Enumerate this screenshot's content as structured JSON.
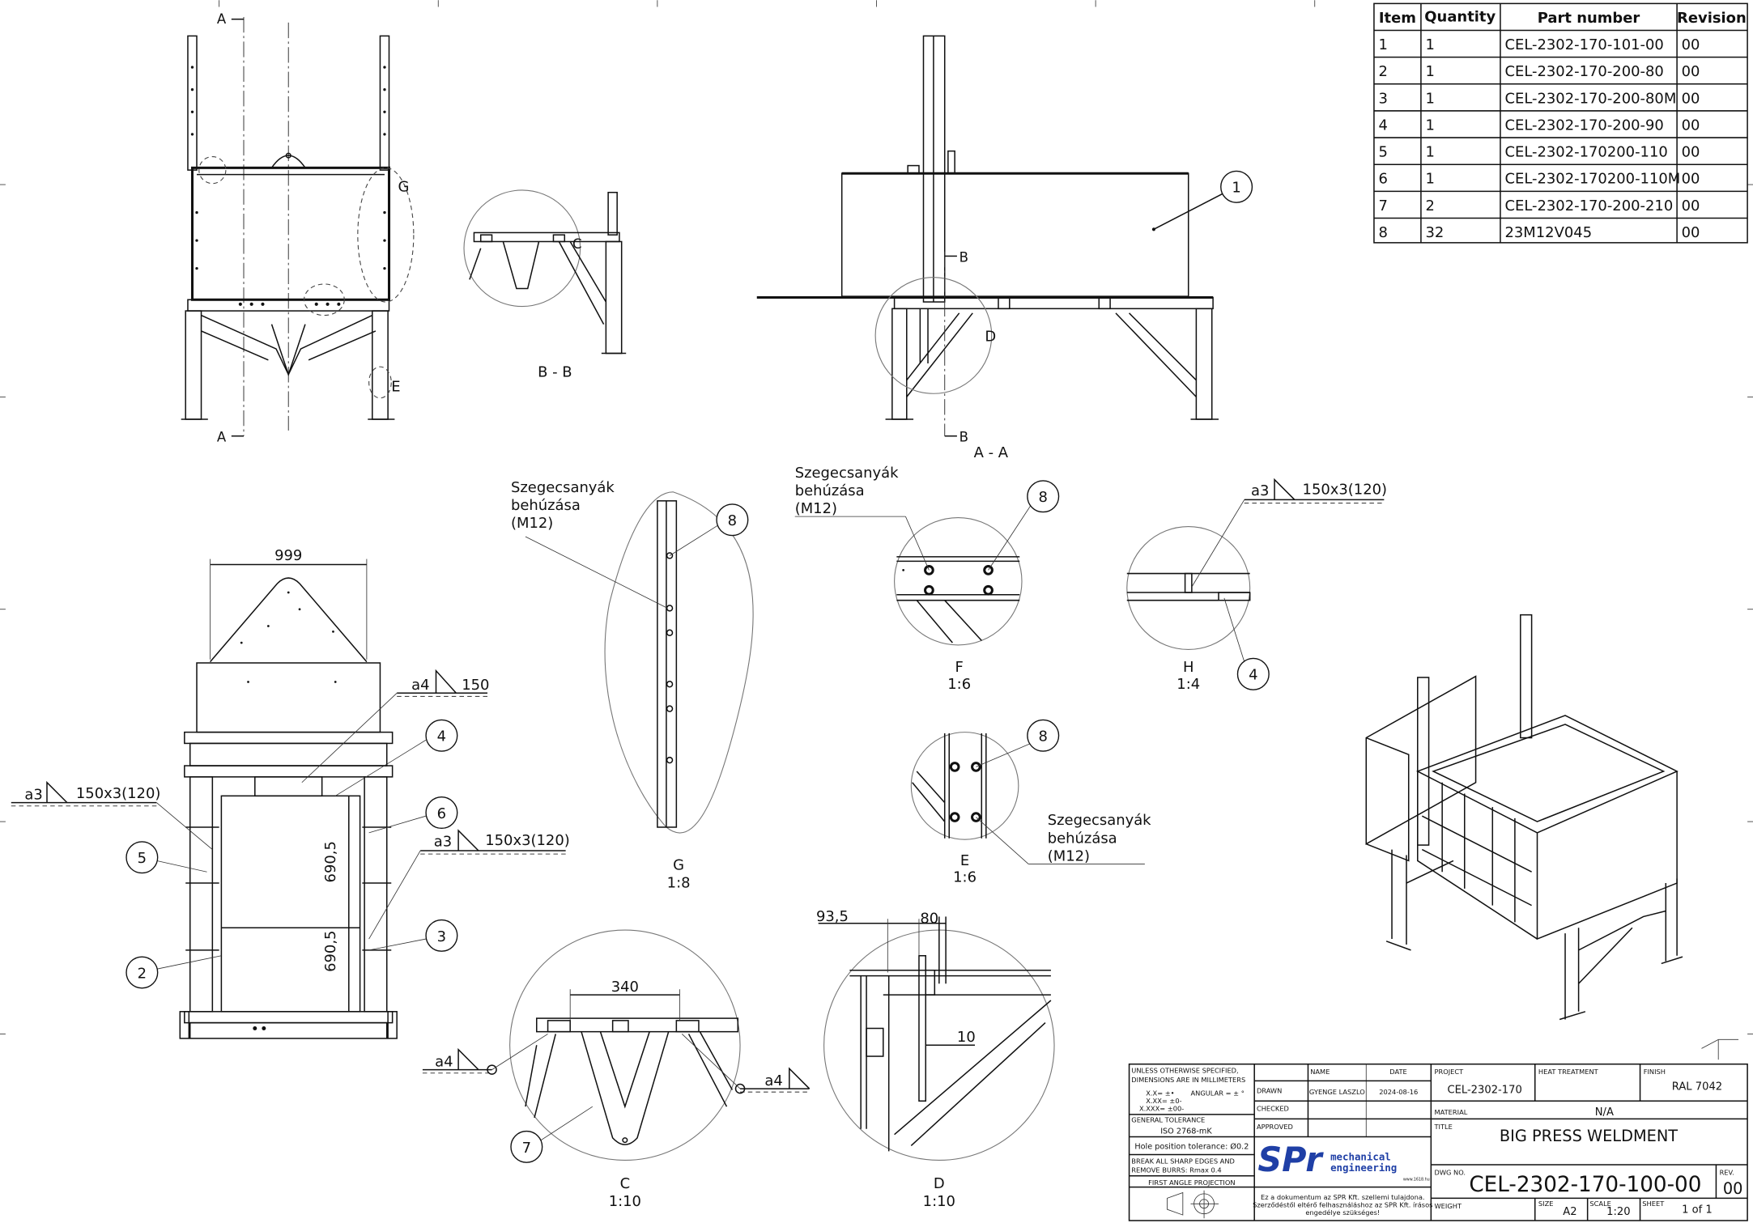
{
  "parts_table": {
    "headers": [
      "Item",
      "Quantity",
      "Part number",
      "Revision"
    ],
    "rows": [
      {
        "item": "1",
        "qty": "1",
        "part": "CEL-2302-170-101-00",
        "rev": "00"
      },
      {
        "item": "2",
        "qty": "1",
        "part": "CEL-2302-170-200-80",
        "rev": "00"
      },
      {
        "item": "3",
        "qty": "1",
        "part": "CEL-2302-170-200-80M",
        "rev": "00"
      },
      {
        "item": "4",
        "qty": "1",
        "part": "CEL-2302-170-200-90",
        "rev": "00"
      },
      {
        "item": "5",
        "qty": "1",
        "part": "CEL-2302-170200-110",
        "rev": "00"
      },
      {
        "item": "6",
        "qty": "1",
        "part": "CEL-2302-170200-110M",
        "rev": "00"
      },
      {
        "item": "7",
        "qty": "2",
        "part": "CEL-2302-170-200-210",
        "rev": "00"
      },
      {
        "item": "8",
        "qty": "32",
        "part": "23M12V045",
        "rev": "00"
      }
    ]
  },
  "title_block": {
    "unless_1": "UNLESS OTHERWISE SPECIFIED,",
    "unless_2": "DIMENSIONS ARE IN MILLIMETERS",
    "tol_x": "X.X= ±•",
    "tol_xx": "X.XX= ±0-",
    "tol_xxx": "X.XXX= ±00-",
    "tol_ang": "ANGULAR = ± °",
    "general_tolerance_label": "GENERAL TOLERANCE",
    "general_tolerance": "ISO 2768-mK",
    "hole_tolerance": "Hole position tolerance: Ø0.2",
    "break_1": "BREAK ALL SHARP EDGES AND",
    "break_2": "REMOVE BURRS: Rmax 0.4",
    "projection": "FIRST ANGLE PROJECTION",
    "name_label": "NAME",
    "date_label": "DATE",
    "drawn_label": "DRAWN",
    "drawn_name": "GYENGE LASZLO",
    "drawn_date": "2024-08-16",
    "checked_label": "CHECKED",
    "approved_label": "APPROVED",
    "logo_main": "SPr",
    "logo_sub1": "mechanical",
    "logo_sub2": "engineering",
    "logo_url": "www.1618.hu",
    "disclaimer_1": "Ez a dokumentum az SPR Kft. szellemi tulajdona.",
    "disclaimer_2": "Szerződéstől eltérő felhasználáshoz az SPR Kft. írásos",
    "disclaimer_3": "engedélye szükséges!",
    "project_label": "PROJECT",
    "project": "CEL-2302-170",
    "heat_label": "HEAT TREATMENT",
    "finish_label": "FINISH",
    "finish": "RAL 7042",
    "material_label": "MATERIAL",
    "material": "N/A",
    "title_label": "TITLE",
    "title": "BIG PRESS WELDMENT",
    "dwg_label": "DWG NO.",
    "dwg_no": "CEL-2302-170-100-00",
    "rev_label": "REV.",
    "rev": "00",
    "weight_label": "WEIGHT",
    "size_label": "SIZE",
    "size": "A2",
    "scale_label": "SCALE",
    "scale": "1:20",
    "sheet_label": "SHEET",
    "sheet": "1 of 1"
  },
  "views": {
    "cut_a": "A",
    "cut_b": "B",
    "section_bb": "B - B",
    "section_aa": "A - A"
  },
  "details": {
    "G": {
      "letter": "G",
      "scale": "1:8"
    },
    "F": {
      "letter": "F",
      "scale": "1:6"
    },
    "H": {
      "letter": "H",
      "scale": "1:4"
    },
    "E": {
      "letter": "E",
      "scale": "1:6"
    },
    "C": {
      "letter": "C",
      "scale": "1:10"
    },
    "D": {
      "letter": "D",
      "scale": "1:10"
    }
  },
  "notes": {
    "rivet_1": "Szegecsanyák",
    "rivet_2": "behúzása",
    "rivet_3": "(M12)"
  },
  "welds": {
    "a3": "a3",
    "a4": "a4",
    "w150x3": "150x3(120)",
    "w150": "150"
  },
  "dimensions": {
    "width_999": "999",
    "h_690_5": "690,5",
    "d340": "340",
    "d93_5": "93,5",
    "d80": "80",
    "d10": "10"
  },
  "balloons": {
    "b1": "1",
    "b2": "2",
    "b3": "3",
    "b4": "4",
    "b5": "5",
    "b6": "6",
    "b7": "7",
    "b8": "8"
  }
}
